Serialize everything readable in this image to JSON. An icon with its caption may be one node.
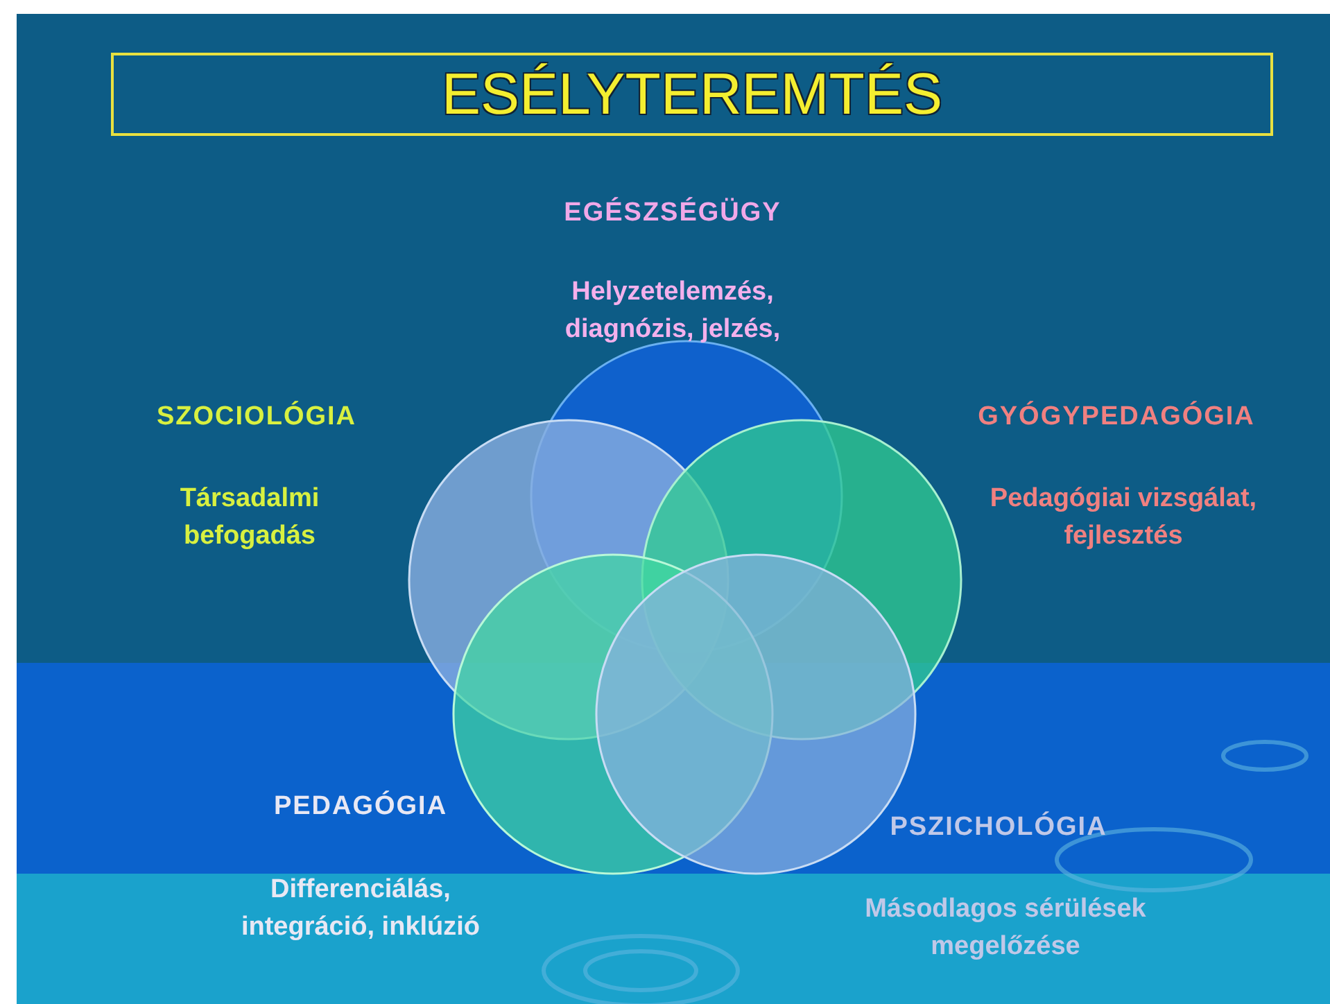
{
  "diagram": {
    "title": "ESÉLYTEREMTÉS",
    "labels": [
      "EGÉSZSÉGÜGY",
      "Helyzetelemzés, diagnózis, jelzés,",
      "SZOCIOLÓGIA",
      "GYÓGYPEDAGÓGIA",
      "Társadalmi befogadás",
      "Pedagógiai vizsgálat, fejlesztés",
      "PEDAGÓGIA",
      "PSZICHOLÓGIA",
      "Differenciálás, integráció, inklúzió",
      "Másodlagos sérülések megelőzése"
    ]
  }
}
